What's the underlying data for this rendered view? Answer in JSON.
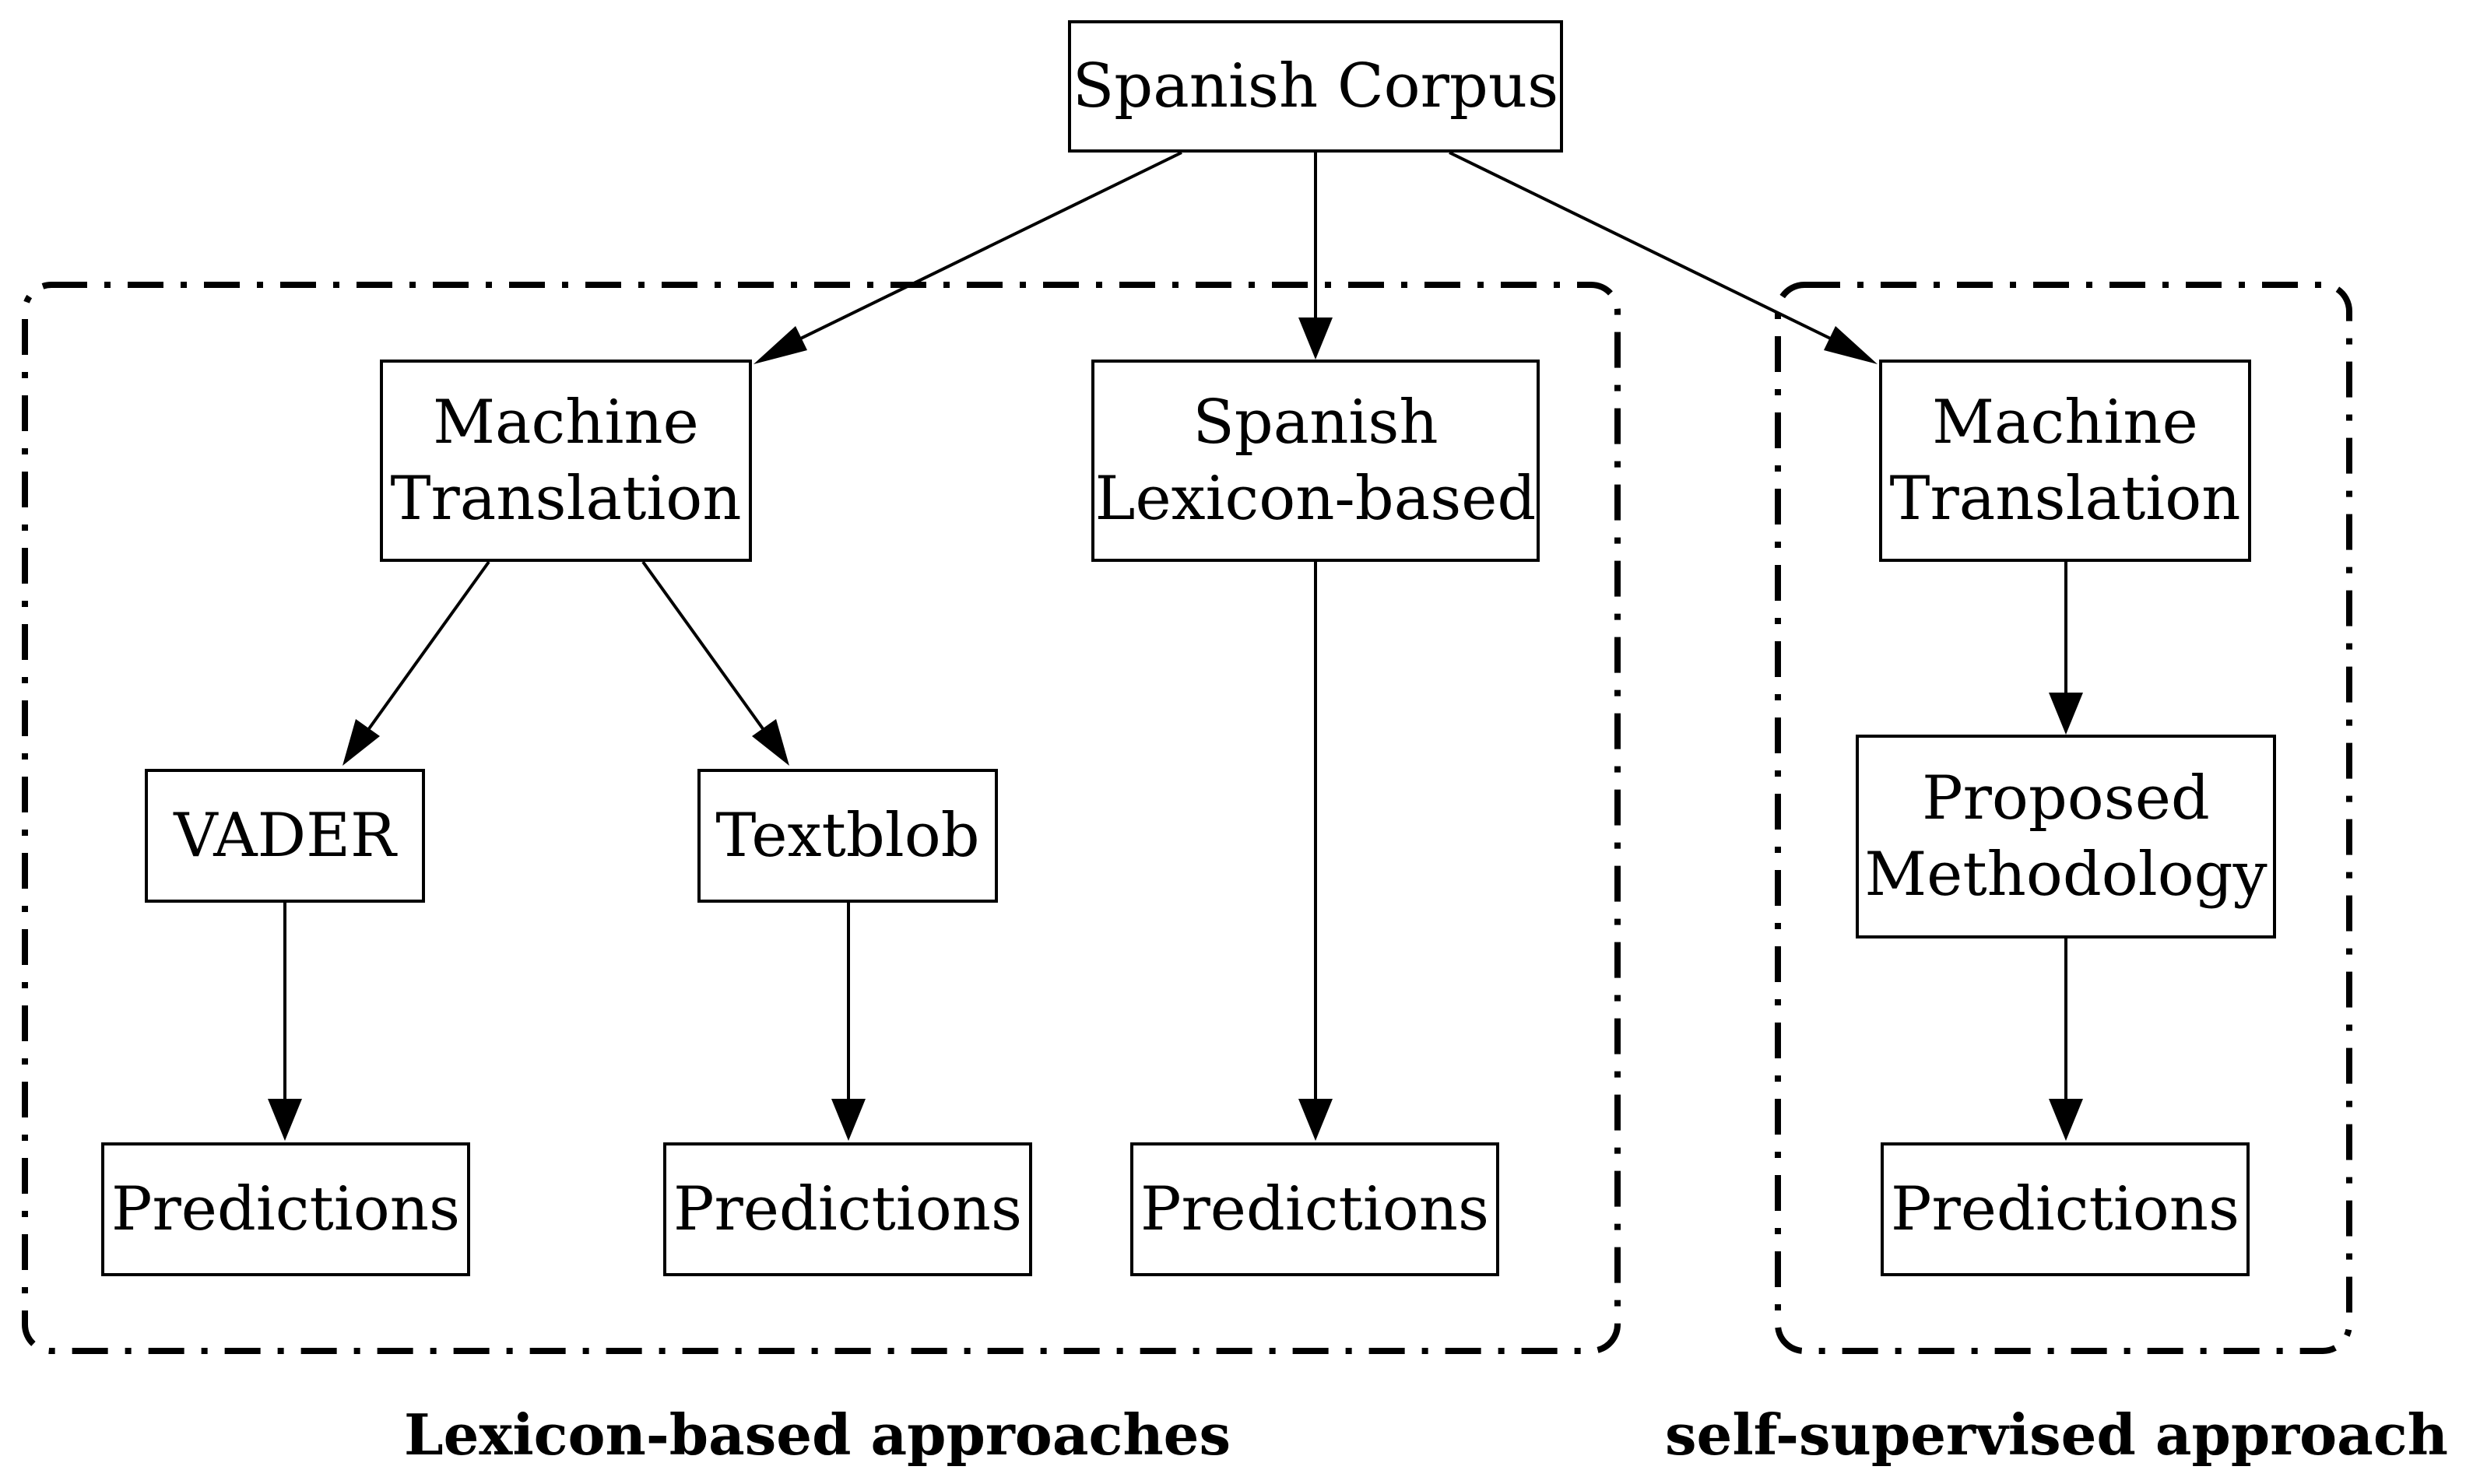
{
  "root": {
    "label": "Spanish Corpus"
  },
  "groups": {
    "lexicon": {
      "label": "Lexicon-based approaches"
    },
    "self_supervised": {
      "label": "self-supervised approach"
    }
  },
  "nodes": {
    "mt_lexicon": {
      "line1": "Machine",
      "line2": "Translation"
    },
    "spanish_lexicon": {
      "line1": "Spanish",
      "line2": "Lexicon-based"
    },
    "mt_self": {
      "line1": "Machine",
      "line2": "Translation"
    },
    "vader": {
      "label": "VADER"
    },
    "textblob": {
      "label": "Textblob"
    },
    "proposed": {
      "line1": "Proposed",
      "line2": "Methodology"
    },
    "pred_vader": {
      "label": "Predictions"
    },
    "pred_textblob": {
      "label": "Predictions"
    },
    "pred_spanish": {
      "label": "Predictions"
    },
    "pred_proposed": {
      "label": "Predictions"
    }
  }
}
